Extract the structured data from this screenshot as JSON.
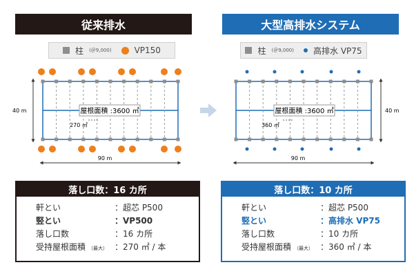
{
  "left": {
    "title": "従来排水",
    "legend": {
      "pillar_label": "柱",
      "pillar_sub": "(＠9,000)",
      "drain_label": "VP150"
    },
    "area_label": "屋根面積 :3600 ㎡",
    "per_label": "270 ㎡",
    "height_label": "40 m",
    "width_label": "90 m",
    "summary_title": "落し口数：16 カ所",
    "rows": [
      {
        "key": "軒とい",
        "value": "：超芯 P500"
      },
      {
        "key": "竪とい",
        "value": "：VP500"
      },
      {
        "key": "落し口数",
        "value": "：16 カ所"
      },
      {
        "key": "受持屋根面積",
        "key_sub": "（最大）",
        "value": "：270 ㎡ / 本"
      }
    ]
  },
  "right": {
    "title": "大型高排水システム",
    "legend": {
      "pillar_label": "柱",
      "pillar_sub": "(＠9,000)",
      "drain_label": "高排水 VP75"
    },
    "area_label": "屋根面積 :3600 ㎡",
    "per_label": "360 ㎡",
    "height_label": "40 m",
    "width_label": "90 m",
    "summary_title": "落し口数：10 カ所",
    "rows": [
      {
        "key": "軒とい",
        "value": "：超芯 P500"
      },
      {
        "key": "竪とい",
        "value": "：高排水 VP75"
      },
      {
        "key": "落し口数",
        "value": "：10 カ所"
      },
      {
        "key": "受持屋根面積",
        "key_sub": "（最大）",
        "value": "：360 ㎡ / 本"
      }
    ]
  },
  "colors": {
    "dark": "#231815",
    "blue": "#1f6db5",
    "orange": "#ee7f1b",
    "pillar": "#8e8e8e",
    "arrow": "#c5d6e8"
  }
}
